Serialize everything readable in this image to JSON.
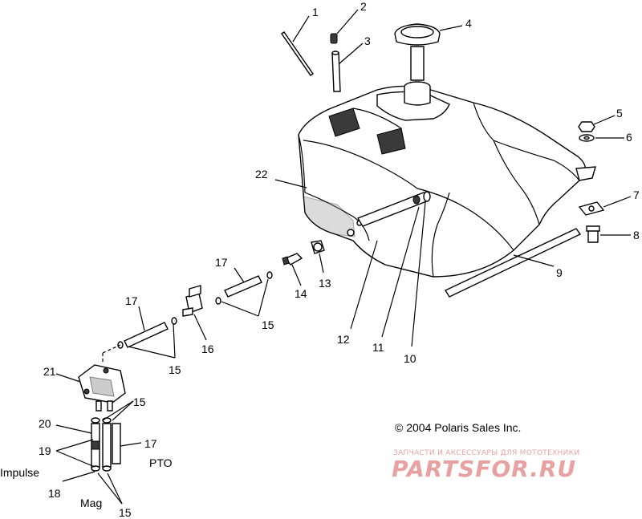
{
  "copyright": "© 2004 Polaris Sales Inc.",
  "watermark": {
    "tagline": "ЗАПЧАСТИ И АКСЕССУАРЫ ДЛЯ МОТОТЕХНИКИ",
    "brand": "PARTSFOR.RU"
  },
  "labels": {
    "impulse": "Impulse",
    "pto": "PTO",
    "mag": "Mag"
  },
  "callouts": {
    "c1": "1",
    "c2": "2",
    "c3": "3",
    "c4": "4",
    "c5": "5",
    "c6": "6",
    "c7": "7",
    "c8": "8",
    "c9": "9",
    "c10": "10",
    "c11": "11",
    "c12": "12",
    "c13": "13",
    "c14": "14",
    "c15a": "15",
    "c15b": "15",
    "c15c": "15",
    "c15d": "15",
    "c16": "16",
    "c17a": "17",
    "c17b": "17",
    "c17c": "17",
    "c18": "18",
    "c19": "19",
    "c20": "20",
    "c21": "21",
    "c22": "22"
  },
  "colors": {
    "line": "#000000",
    "watermark": "#e8a0a0"
  }
}
